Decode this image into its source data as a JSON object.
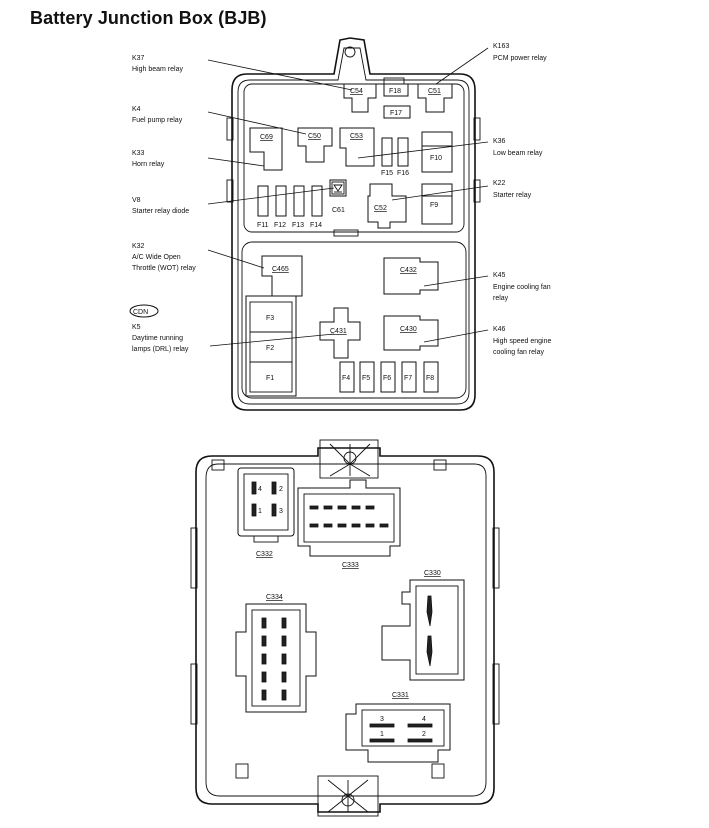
{
  "title": "Battery Junction Box (BJB)",
  "callouts_left": [
    {
      "id": "K37",
      "desc": "High beam relay"
    },
    {
      "id": "K4",
      "desc": "Fuel pump relay"
    },
    {
      "id": "K33",
      "desc": "Horn relay"
    },
    {
      "id": "V8",
      "desc": "Starter relay diode"
    },
    {
      "id": "K32",
      "desc": "A/C Wide Open",
      "desc2": "Throttle (WOT) relay"
    },
    {
      "id": "K5",
      "desc": "Daytime running",
      "desc2": "lamps (DRL) relay"
    }
  ],
  "callouts_right": [
    {
      "id": "K163",
      "desc": "PCM power relay"
    },
    {
      "id": "K36",
      "desc": "Low beam relay"
    },
    {
      "id": "K22",
      "desc": "Starter relay"
    },
    {
      "id": "K45",
      "desc": "Engine cooling fan",
      "desc2": "relay"
    },
    {
      "id": "K46",
      "desc": "High speed engine",
      "desc2": "cooling fan relay"
    }
  ],
  "cdn_badge": "CDN",
  "top_components": {
    "C54": "C54",
    "F18": "F18",
    "C51": "C51",
    "F17": "F17",
    "C69": "C69",
    "C50": "C50",
    "C53": "C53",
    "F15": "F15",
    "F16": "F16",
    "F10": "F10",
    "C61": "C61",
    "C52": "C52",
    "F9": "F9",
    "F11": "F11",
    "F12": "F12",
    "F13": "F13",
    "F14": "F14",
    "C465": "C465",
    "C432": "C432",
    "C431": "C431",
    "C430": "C430",
    "F3": "F3",
    "F2": "F2",
    "F1": "F1",
    "F4": "F4",
    "F5": "F5",
    "F6": "F6",
    "F7": "F7",
    "F8": "F8"
  },
  "bottom_connectors": {
    "C332": "C332",
    "C333": "C333",
    "C330": "C330",
    "C334": "C334",
    "C331": "C331"
  },
  "pins": {
    "c332": [
      "4",
      "2",
      "1",
      "3"
    ],
    "c331": [
      "3",
      "4",
      "1",
      "2"
    ]
  }
}
